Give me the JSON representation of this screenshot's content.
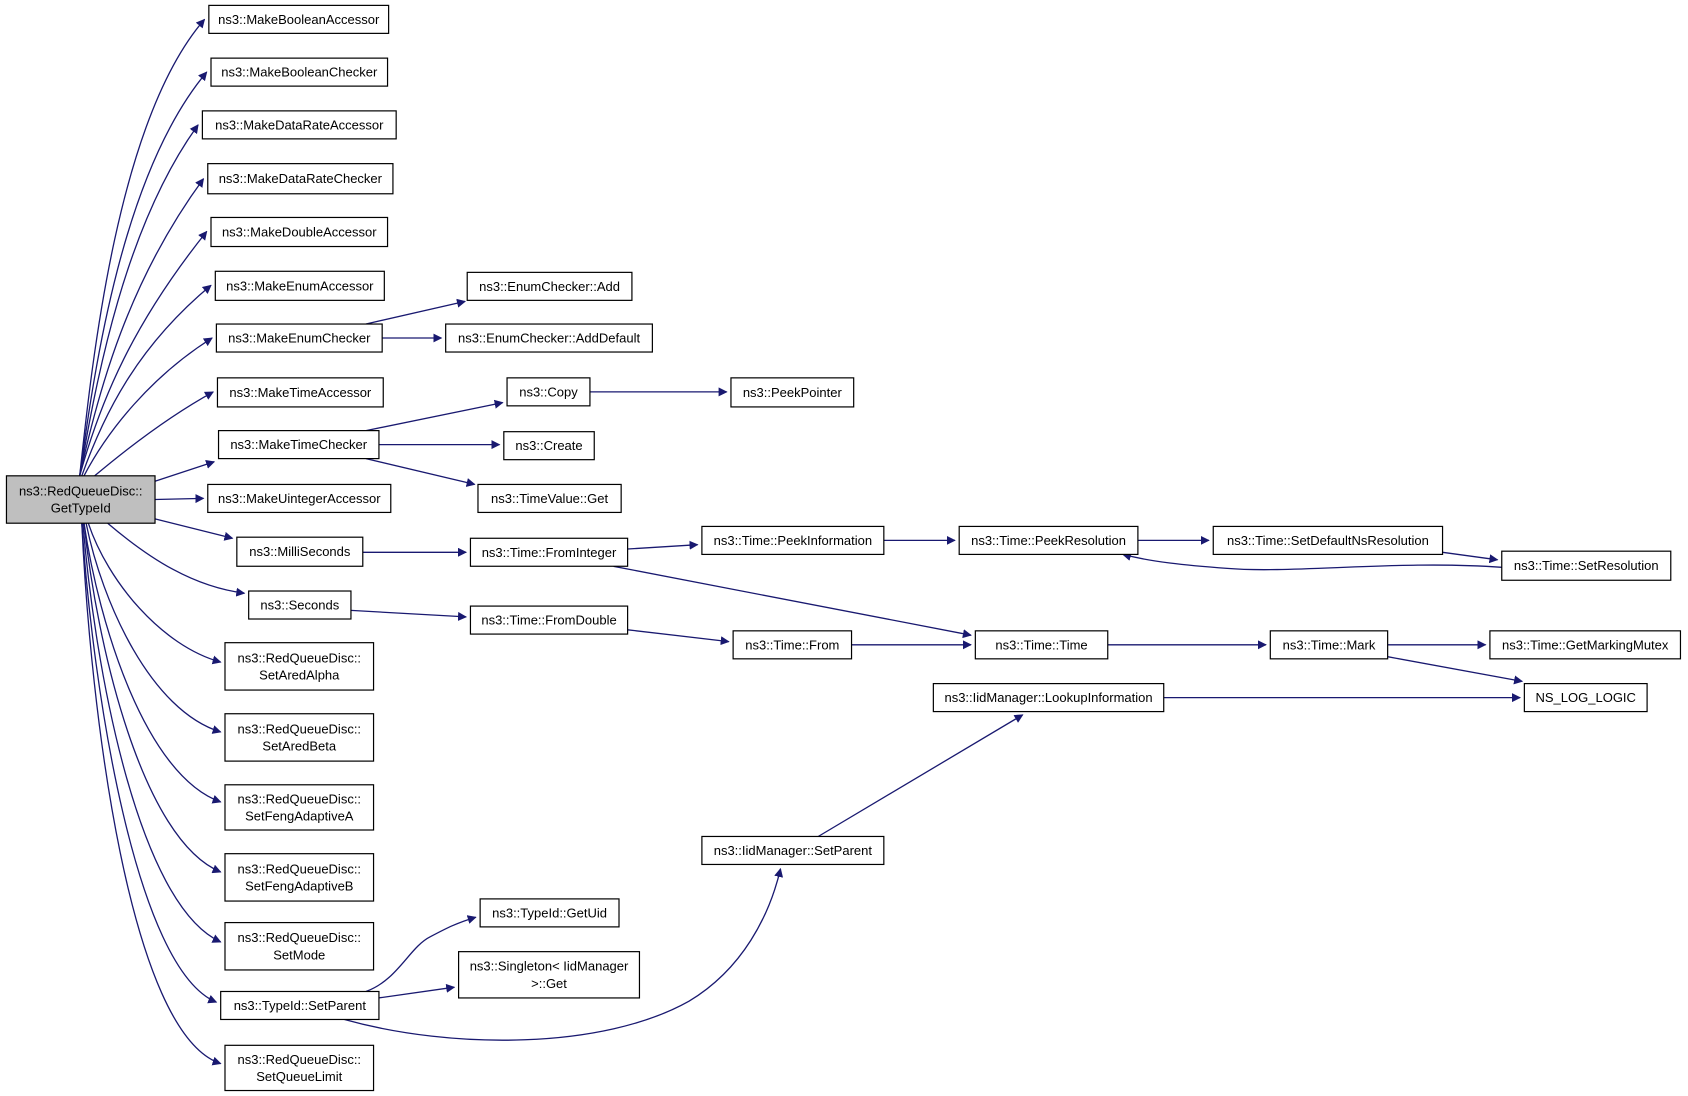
{
  "diagram": {
    "type": "call-graph",
    "nodes": [
      {
        "id": "root",
        "lines": [
          "ns3::RedQueueDisc::",
          "GetTypeId"
        ],
        "root": true
      },
      {
        "id": "mba",
        "lines": [
          "ns3::MakeBooleanAccessor"
        ]
      },
      {
        "id": "mbc",
        "lines": [
          "ns3::MakeBooleanChecker"
        ]
      },
      {
        "id": "mdra",
        "lines": [
          "ns3::MakeDataRateAccessor"
        ]
      },
      {
        "id": "mdrc",
        "lines": [
          "ns3::MakeDataRateChecker"
        ]
      },
      {
        "id": "mda",
        "lines": [
          "ns3::MakeDoubleAccessor"
        ]
      },
      {
        "id": "mea",
        "lines": [
          "ns3::MakeEnumAccessor"
        ]
      },
      {
        "id": "mec",
        "lines": [
          "ns3::MakeEnumChecker"
        ]
      },
      {
        "id": "mta",
        "lines": [
          "ns3::MakeTimeAccessor"
        ]
      },
      {
        "id": "mtc",
        "lines": [
          "ns3::MakeTimeChecker"
        ]
      },
      {
        "id": "mua",
        "lines": [
          "ns3::MakeUintegerAccessor"
        ]
      },
      {
        "id": "ms",
        "lines": [
          "ns3::MilliSeconds"
        ]
      },
      {
        "id": "sec",
        "lines": [
          "ns3::Seconds"
        ]
      },
      {
        "id": "saa",
        "lines": [
          "ns3::RedQueueDisc::",
          "SetAredAlpha"
        ]
      },
      {
        "id": "sab",
        "lines": [
          "ns3::RedQueueDisc::",
          "SetAredBeta"
        ]
      },
      {
        "id": "sfa",
        "lines": [
          "ns3::RedQueueDisc::",
          "SetFengAdaptiveA"
        ]
      },
      {
        "id": "sfb",
        "lines": [
          "ns3::RedQueueDisc::",
          "SetFengAdaptiveB"
        ]
      },
      {
        "id": "smode",
        "lines": [
          "ns3::RedQueueDisc::",
          "SetMode"
        ]
      },
      {
        "id": "tsp",
        "lines": [
          "ns3::TypeId::SetParent"
        ]
      },
      {
        "id": "sql",
        "lines": [
          "ns3::RedQueueDisc::",
          "SetQueueLimit"
        ]
      },
      {
        "id": "ecadd",
        "lines": [
          "ns3::EnumChecker::Add"
        ]
      },
      {
        "id": "ecaddd",
        "lines": [
          "ns3::EnumChecker::AddDefault"
        ]
      },
      {
        "id": "copy",
        "lines": [
          "ns3::Copy"
        ]
      },
      {
        "id": "create",
        "lines": [
          "ns3::Create"
        ]
      },
      {
        "id": "tvget",
        "lines": [
          "ns3::TimeValue::Get"
        ]
      },
      {
        "id": "peekptr",
        "lines": [
          "ns3::PeekPointer"
        ]
      },
      {
        "id": "fromint",
        "lines": [
          "ns3::Time::FromInteger"
        ]
      },
      {
        "id": "fromdbl",
        "lines": [
          "ns3::Time::FromDouble"
        ]
      },
      {
        "id": "peekinfo",
        "lines": [
          "ns3::Time::PeekInformation"
        ]
      },
      {
        "id": "peekres",
        "lines": [
          "ns3::Time::PeekResolution"
        ]
      },
      {
        "id": "setdef",
        "lines": [
          "ns3::Time::SetDefaultNsResolution"
        ]
      },
      {
        "id": "setres",
        "lines": [
          "ns3::Time::SetResolution"
        ]
      },
      {
        "id": "from",
        "lines": [
          "ns3::Time::From"
        ]
      },
      {
        "id": "time",
        "lines": [
          "ns3::Time::Time"
        ]
      },
      {
        "id": "mark",
        "lines": [
          "ns3::Time::Mark"
        ]
      },
      {
        "id": "getmm",
        "lines": [
          "ns3::Time::GetMarkingMutex"
        ]
      },
      {
        "id": "nslog",
        "lines": [
          "NS_LOG_LOGIC"
        ]
      },
      {
        "id": "lookup",
        "lines": [
          "ns3::IidManager::LookupInformation"
        ]
      },
      {
        "id": "iidsp",
        "lines": [
          "ns3::IidManager::SetParent"
        ]
      },
      {
        "id": "getuid",
        "lines": [
          "ns3::TypeId::GetUid"
        ]
      },
      {
        "id": "singleton",
        "lines": [
          "ns3::Singleton< IidManager",
          ">::Get"
        ]
      }
    ],
    "edges": [
      [
        "root",
        "mba"
      ],
      [
        "root",
        "mbc"
      ],
      [
        "root",
        "mdra"
      ],
      [
        "root",
        "mdrc"
      ],
      [
        "root",
        "mda"
      ],
      [
        "root",
        "mea"
      ],
      [
        "root",
        "mec"
      ],
      [
        "root",
        "mta"
      ],
      [
        "root",
        "mtc"
      ],
      [
        "root",
        "mua"
      ],
      [
        "root",
        "ms"
      ],
      [
        "root",
        "sec"
      ],
      [
        "root",
        "saa"
      ],
      [
        "root",
        "sab"
      ],
      [
        "root",
        "sfa"
      ],
      [
        "root",
        "sfb"
      ],
      [
        "root",
        "smode"
      ],
      [
        "root",
        "tsp"
      ],
      [
        "root",
        "sql"
      ],
      [
        "mec",
        "ecadd"
      ],
      [
        "mec",
        "ecaddd"
      ],
      [
        "mtc",
        "copy"
      ],
      [
        "mtc",
        "create"
      ],
      [
        "mtc",
        "tvget"
      ],
      [
        "copy",
        "peekptr"
      ],
      [
        "ms",
        "fromint"
      ],
      [
        "sec",
        "fromdbl"
      ],
      [
        "fromint",
        "peekinfo"
      ],
      [
        "fromint",
        "time"
      ],
      [
        "fromdbl",
        "from"
      ],
      [
        "from",
        "time"
      ],
      [
        "peekinfo",
        "peekres"
      ],
      [
        "peekres",
        "setdef"
      ],
      [
        "setdef",
        "setres"
      ],
      [
        "setres",
        "peekres"
      ],
      [
        "time",
        "mark"
      ],
      [
        "mark",
        "getmm"
      ],
      [
        "mark",
        "nslog"
      ],
      [
        "lookup",
        "nslog"
      ],
      [
        "iidsp",
        "lookup"
      ],
      [
        "tsp",
        "getuid"
      ],
      [
        "tsp",
        "singleton"
      ],
      [
        "tsp",
        "iidsp"
      ]
    ]
  }
}
